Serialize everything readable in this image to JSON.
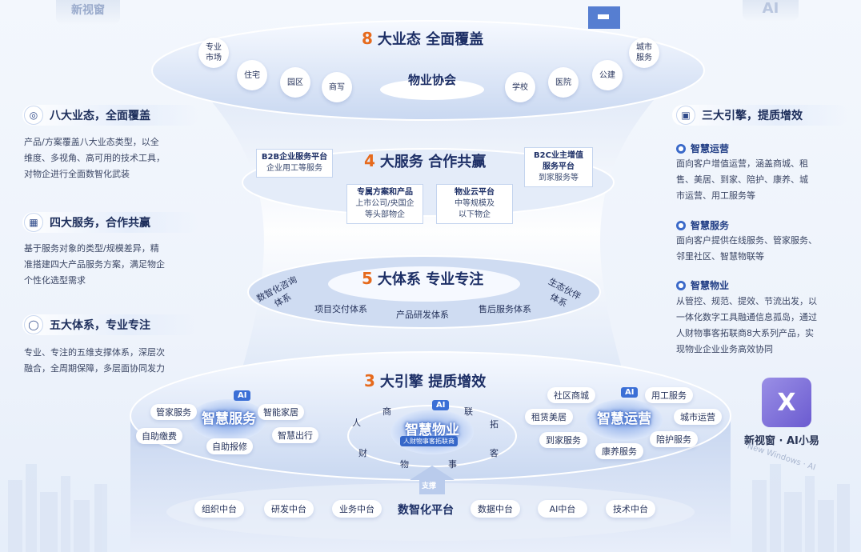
{
  "colors": {
    "accent_orange": "#e66a1d",
    "navy": "#1d2f66",
    "blue": "#3a69c9"
  },
  "corner": {
    "top_left_badge": "新视窗",
    "top_right_badge": "AI"
  },
  "left": [
    {
      "icon": "lightbulb-icon",
      "title": "八大业态，全面覆盖",
      "desc": [
        "产品/方案覆盖八大业态类型，以全",
        "维度、多视角、高可用的技术工具，",
        "对物企进行全面数智化武装"
      ]
    },
    {
      "icon": "grid-icon",
      "title": "四大服务，合作共赢",
      "desc": [
        "基于服务对象的类型/规模差异，精",
        "准搭建四大产品服务方案，满足物企",
        "个性化选型需求"
      ]
    },
    {
      "icon": "shield-icon",
      "title": "五大体系，专业专注",
      "desc": [
        "专业、专注的五维支撑体系，深层次",
        "融合，全周期保障，多层面协同发力"
      ]
    }
  ],
  "right": {
    "title": "三大引擎，提质增效",
    "icon": "monitor-icon",
    "items": [
      {
        "title": "智慧运营",
        "desc": [
          "面向客户增值运营，涵盖商城、租",
          "售、美居、到家、陪护、康养、城",
          "市运营、用工服务等"
        ]
      },
      {
        "title": "智慧服务",
        "desc": [
          "面向客户提供在线服务、管家服务、",
          "邻里社区、智慧物联等"
        ]
      },
      {
        "title": "智慧物业",
        "desc": [
          "从管控、规范、提效、节流出发，以",
          "一体化数字工具融通信息孤岛，通过",
          "人财物事客拓联商8大系列产品，实",
          "现物业企业业务高效协同"
        ]
      }
    ]
  },
  "top": {
    "num": "8",
    "title": "大业态  全面覆盖",
    "center": "物业协会",
    "chips": [
      "专业\n市场",
      "住宅",
      "园区",
      "商写",
      "学校",
      "医院",
      "公建",
      "城市\n服务"
    ]
  },
  "services": {
    "num": "4",
    "title": "大服务  合作共赢",
    "b2b": {
      "title": "B2B企业服务平台",
      "sub": "企业用工等服务"
    },
    "b2c": {
      "title": "B2C业主增值\n服务平台",
      "sub": "到家服务等"
    },
    "exclusive": {
      "title": "专属方案和产品",
      "sub": "上市公司/央国企\n等头部物企"
    },
    "cloud": {
      "title": "物业云平台",
      "sub": "中等规模及\n以下物企"
    }
  },
  "systems": {
    "num": "5",
    "title": "大体系  专业专注",
    "segments": [
      "数智化咨询\n体系",
      "项目交付体系",
      "产品研发体系",
      "售后服务体系",
      "生态伙伴\n体系"
    ]
  },
  "engines": {
    "num": "3",
    "title": "大引擎  提质增效",
    "ai": "AI",
    "service": {
      "name": "智慧服务",
      "chips": [
        "管家服务",
        "智能家居",
        "自助缴费",
        "自助报修",
        "智慧出行"
      ]
    },
    "property": {
      "name": "智慧物业",
      "sub": "人财物事客拓联商",
      "ring": [
        "人",
        "商",
        "联",
        "拓",
        "客",
        "事",
        "物",
        "财"
      ]
    },
    "operation": {
      "name": "智慧运营",
      "chips": [
        "社区商城",
        "用工服务",
        "租赁美居",
        "城市运营",
        "到家服务",
        "陪护服务",
        "康养服务"
      ]
    }
  },
  "platform": {
    "support": "支撑",
    "name": "数智化平台",
    "chips": [
      "组织中台",
      "研发中台",
      "业务中台",
      "数据中台",
      "AI中台",
      "技术中台"
    ]
  },
  "brand": {
    "name": "新视窗 · AI小易",
    "en": "New Windows · AI",
    "logo": "logo-icon"
  }
}
